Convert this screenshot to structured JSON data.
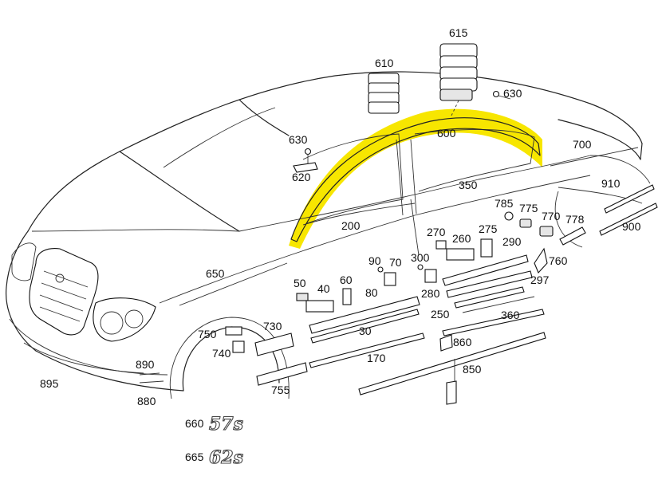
{
  "highlight_color": "#f7e600",
  "labels": {
    "l615": "615",
    "l610": "610",
    "l630a": "630",
    "l630b": "630",
    "l620": "620",
    "l600": "600",
    "l700": "700",
    "l350": "350",
    "l910": "910",
    "l900": "900",
    "l785": "785",
    "l775": "775",
    "l770": "770",
    "l778": "778",
    "l200": "200",
    "l270": "270",
    "l260": "260",
    "l275": "275",
    "l290": "290",
    "l760": "760",
    "l650": "650",
    "l90": "90",
    "l70": "70",
    "l300": "300",
    "l297": "297",
    "l50": "50",
    "l40": "40",
    "l60": "60",
    "l80": "80",
    "l280": "280",
    "l250": "250",
    "l360": "360",
    "l750": "750",
    "l730": "730",
    "l30": "30",
    "l740": "740",
    "l860": "860",
    "l170": "170",
    "l890": "890",
    "l850": "850",
    "l895": "895",
    "l755": "755",
    "l880": "880",
    "l660": "660",
    "l665": "665"
  },
  "badges": {
    "b57s": "57s",
    "b62s": "62s"
  }
}
